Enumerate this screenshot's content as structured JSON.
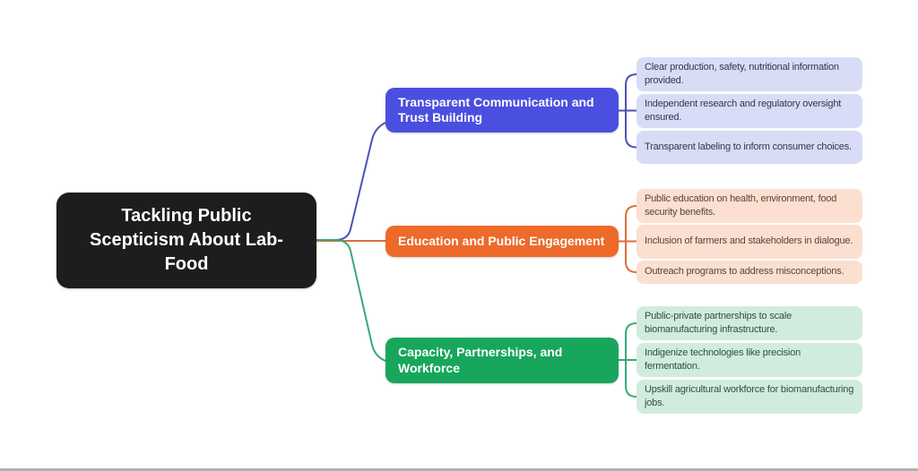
{
  "diagram": {
    "root": {
      "label": "Tackling Public Scepticism About Lab-Food",
      "bg": "#1d1d20",
      "text_color": "#ffffff"
    },
    "branches": [
      {
        "label": "Transparent Communication and Trust Building",
        "color": "#4a4fe0",
        "line_color": "#4c52b4",
        "leaf_bg": "#d8dcf6",
        "leaf_text": "#33364e",
        "leaves": [
          "Clear production, safety, nutritional information provided.",
          "Independent research and regulatory oversight ensured.",
          "Transparent labeling to inform consumer choices."
        ]
      },
      {
        "label": "Education and Public Engagement",
        "color": "#ed6a2a",
        "line_color": "#da7038",
        "leaf_bg": "#fbdfd1",
        "leaf_text": "#594437",
        "leaves": [
          "Public education on health, environment, food security benefits.",
          "Inclusion of farmers and stakeholders in dialogue.",
          "Outreach programs to address misconceptions."
        ]
      },
      {
        "label": "Capacity, Partnerships, and Workforce",
        "color": "#17a65b",
        "line_color": "#3aa878",
        "leaf_bg": "#d1ecdf",
        "leaf_text": "#2e4f41",
        "leaves": [
          "Public-private partnerships to scale biomanufacturing infrastructure.",
          "Indigenize technologies like precision fermentation.",
          "Upskill agricultural workforce for biomanufacturing jobs."
        ]
      }
    ]
  }
}
